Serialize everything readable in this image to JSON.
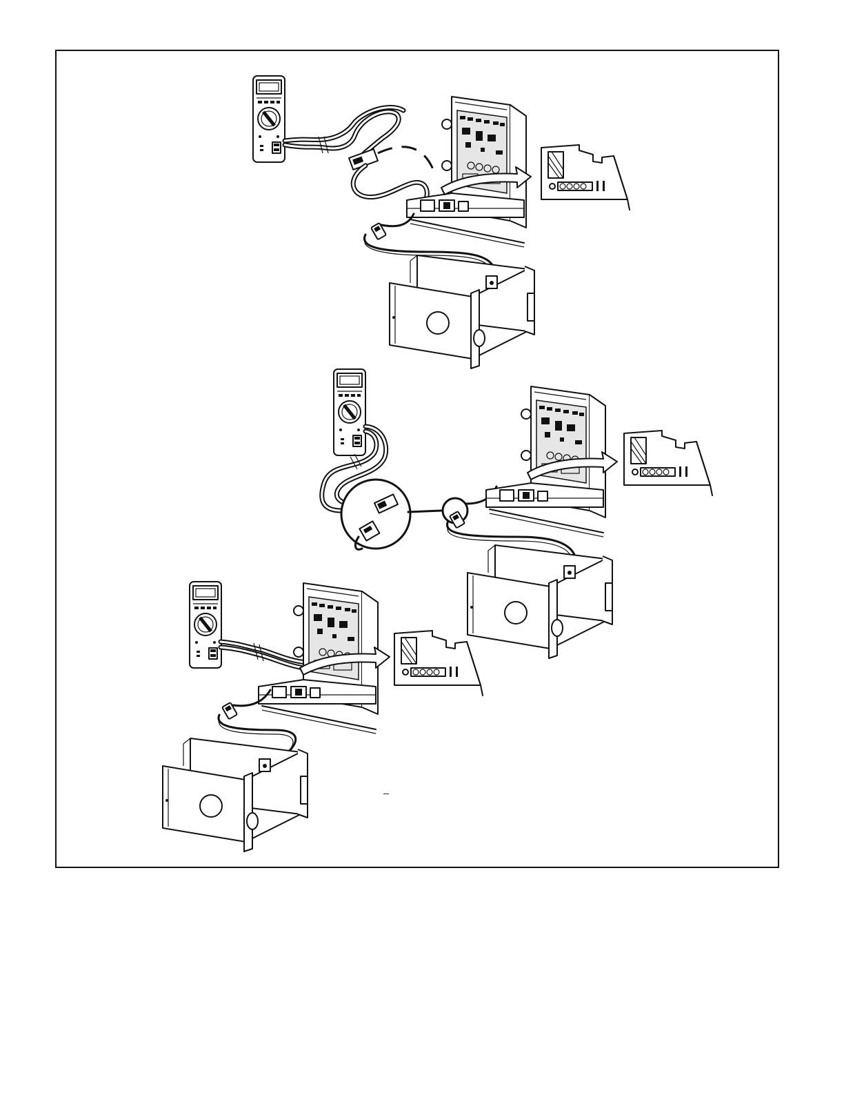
{
  "page": {
    "border_mark": "_"
  },
  "panels": [
    {
      "id": "test-1",
      "items": [
        "multimeter",
        "control-board",
        "terminal-detail",
        "blower-housing",
        "dashed-connection"
      ]
    },
    {
      "id": "test-2",
      "items": [
        "multimeter",
        "control-board",
        "terminal-detail",
        "blower-housing",
        "connector-magnifier"
      ]
    },
    {
      "id": "test-3",
      "items": [
        "multimeter",
        "control-board",
        "terminal-detail",
        "blower-housing"
      ]
    }
  ],
  "colors": {
    "ink": "#111111",
    "paper": "#ffffff",
    "shade": "#e6e6e6"
  }
}
